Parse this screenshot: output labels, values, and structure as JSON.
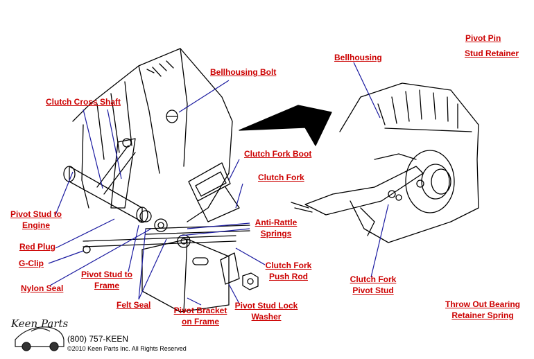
{
  "labels": {
    "pivot_pin_line1": "Pivot Pin",
    "pivot_pin_line2": "Stud Retainer",
    "bellhousing_right": "Bellhousing",
    "bellhousing_bolt": "Bellhousing Bolt",
    "clutch_cross_shaft": "Clutch Cross Shaft",
    "clutch_fork_boot": "Clutch Fork Boot",
    "clutch_fork": "Clutch Fork",
    "pivot_stud_engine_line1": "Pivot Stud to",
    "pivot_stud_engine_line2": "Engine",
    "anti_rattle_line1": "Anti-Rattle",
    "anti_rattle_line2": "Springs",
    "red_plug": "Red Plug",
    "g_clip": "G-Clip",
    "clutch_fork_push_rod_line1": "Clutch Fork",
    "clutch_fork_push_rod_line2": "Push Rod",
    "pivot_stud_frame_line1": "Pivot Stud to",
    "pivot_stud_frame_line2": "Frame",
    "nylon_seal": "Nylon Seal",
    "clutch_fork_pivot_stud_line1": "Clutch Fork",
    "clutch_fork_pivot_stud_line2": "Pivot Stud",
    "felt_seal": "Felt Seal",
    "pivot_bracket_line1": "Pivot Bracket",
    "pivot_bracket_line2": "on Frame",
    "pivot_stud_lock_line1": "Pivot Stud Lock",
    "pivot_stud_lock_line2": "Washer",
    "throw_out_line1": "Throw Out Bearing",
    "throw_out_line2": "Retainer Spring"
  },
  "brand": {
    "logo_text": "Keen Parts",
    "phone": "(800) 757-KEEN",
    "copyright": "©2010 Keen Parts Inc. All Rights Reserved"
  },
  "colors": {
    "label": "#cc0000",
    "leader": "#1a1aa0",
    "drawing": "#000000"
  }
}
